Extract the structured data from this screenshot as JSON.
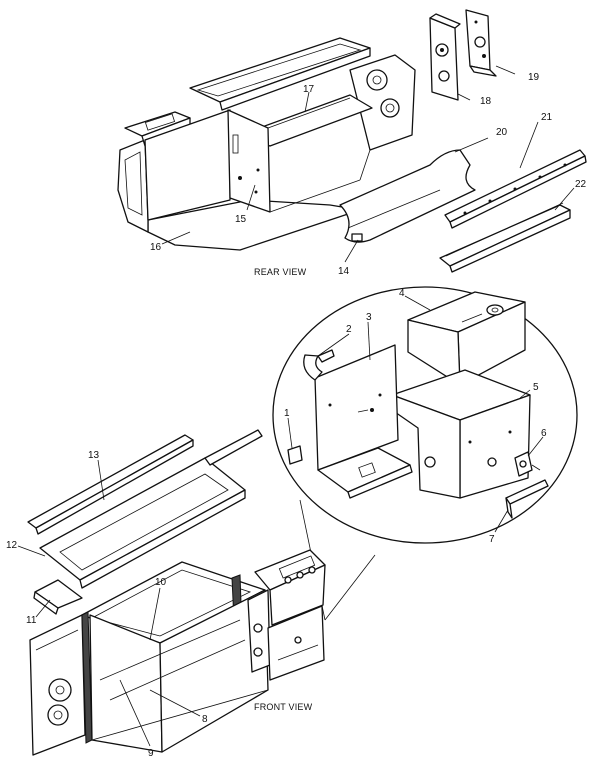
{
  "views": {
    "rear": "REAR VIEW",
    "front": "FRONT VIEW"
  },
  "callouts": {
    "c1": "1",
    "c2": "2",
    "c3": "3",
    "c4": "4",
    "c5": "5",
    "c6": "6",
    "c7": "7",
    "c8": "8",
    "c9": "9",
    "c10": "10",
    "c11": "11",
    "c12": "12",
    "c13": "13",
    "c14": "14",
    "c15": "15",
    "c16": "16",
    "c17": "17",
    "c18": "18",
    "c19": "19",
    "c20": "20",
    "c21": "21",
    "c22": "22"
  }
}
